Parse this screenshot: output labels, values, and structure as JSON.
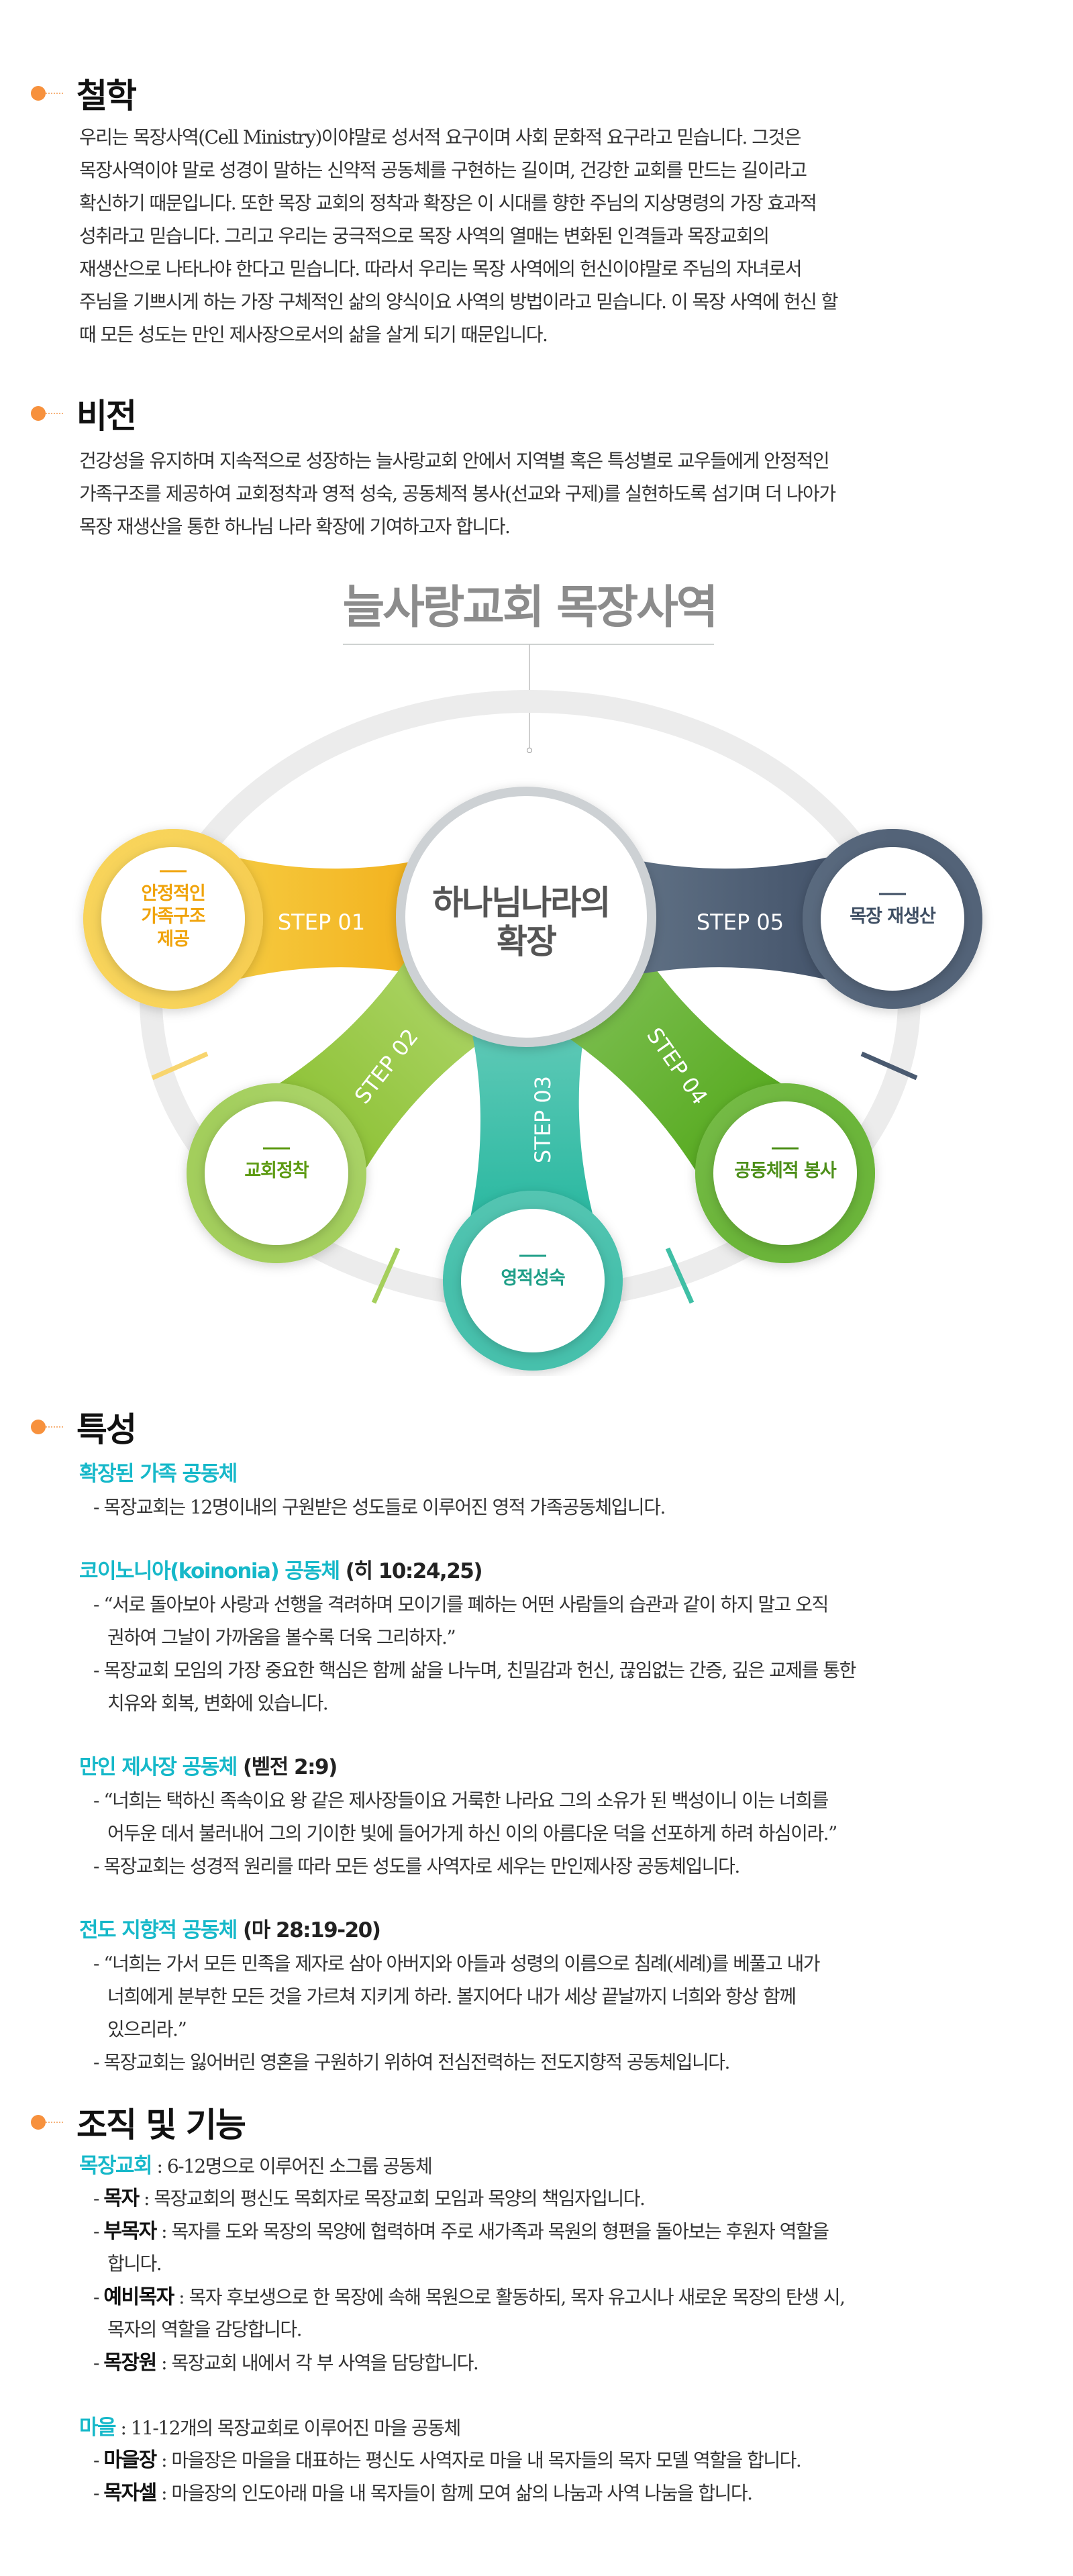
{
  "philosophy": {
    "title": "철학",
    "lines": [
      "우리는 목장사역(Cell Ministry)이야말로 성서적 요구이며 사회 문화적 요구라고 믿습니다. 그것은",
      "목장사역이야 말로 성경이 말하는 신약적 공동체를 구현하는 길이며, 건강한 교회를 만드는 길이라고",
      "확신하기 때문입니다. 또한 목장 교회의 정착과 확장은 이 시대를 향한 주님의 지상명령의 가장 효과적",
      "성취라고 믿습니다. 그리고 우리는 궁극적으로 목장 사역의 열매는 변화된 인격들과 목장교회의",
      "재생산으로 나타나야 한다고 믿습니다. 따라서 우리는 목장 사역에의 헌신이야말로 주님의 자녀로서",
      "주님을 기쁘시게 하는 가장 구체적인 삶의 양식이요 사역의 방법이라고 믿습니다. 이 목장 사역에 헌신 할",
      "때 모든 성도는 만인 제사장으로서의 삶을 살게 되기 때문입니다."
    ]
  },
  "vision": {
    "title": "비전",
    "lines": [
      "건강성을 유지하며 지속적으로 성장하는 늘사랑교회 안에서 지역별 혹은 특성별로 교우들에게 안정적인",
      "가족구조를 제공하여 교회정착과 영적 성숙, 공동체적 봉사(선교와 구제)를 실현하도록 섬기며 더 나아가",
      "목장 재생산을 통한 하나님 나라 확장에 기여하고자 합니다."
    ]
  },
  "diagram": {
    "title": "늘사랑교회 목장사역",
    "center": [
      "하나님나라의",
      "확장"
    ],
    "steps": [
      {
        "label": "STEP 01",
        "text": [
          "안정적인",
          "가족구조",
          "제공"
        ],
        "color": "#f0a30a"
      },
      {
        "label": "STEP 02",
        "text": [
          "교회정착"
        ],
        "color": "#5c9a12"
      },
      {
        "label": "STEP 03",
        "text": [
          "영적성숙"
        ],
        "color": "#1f9f88"
      },
      {
        "label": "STEP 04",
        "text": [
          "공동체적 봉사"
        ],
        "color": "#4d8f1a"
      },
      {
        "label": "STEP 05",
        "text": [
          "목장 재생산"
        ],
        "color": "#3e4e63"
      }
    ]
  },
  "features": {
    "title": "특성",
    "items": [
      {
        "heading": "확장된 가족 공동체",
        "ref": "",
        "lines": [
          {
            "dash": true,
            "text": "- 목장교회는 12명이내의 구원받은 성도들로 이루어진 영적 가족공동체입니다."
          }
        ]
      },
      {
        "heading": "코이노니아(koinonia) 공동체",
        "ref": " (히 10:24,25)",
        "lines": [
          {
            "dash": true,
            "text": "- “서로 돌아보아 사랑과 선행을 격려하며 모이기를 폐하는 어떤 사람들의 습관과 같이 하지 말고 오직"
          },
          {
            "dash": false,
            "text": "권하여 그날이 가까움을 볼수록 더욱 그리하자.”"
          },
          {
            "dash": true,
            "text": "- 목장교회 모임의 가장 중요한 핵심은 함께 삶을 나누며, 친밀감과 헌신, 끊임없는 간증, 깊은 교제를 통한"
          },
          {
            "dash": false,
            "text": "치유와 회복, 변화에 있습니다."
          }
        ]
      },
      {
        "heading": "만인 제사장 공동체",
        "ref": " (벧전 2:9)",
        "lines": [
          {
            "dash": true,
            "text": "- “너희는 택하신 족속이요 왕 같은 제사장들이요 거룩한 나라요 그의 소유가 된 백성이니 이는 너희를"
          },
          {
            "dash": false,
            "text": "어두운 데서 불러내어 그의 기이한 빛에 들어가게 하신 이의 아름다운 덕을 선포하게 하려 하심이라.”"
          },
          {
            "dash": true,
            "text": "- 목장교회는 성경적 원리를 따라 모든 성도를 사역자로 세우는 만인제사장 공동체입니다."
          }
        ]
      },
      {
        "heading": "전도 지향적 공동체",
        "ref": " (마 28:19-20)",
        "lines": [
          {
            "dash": true,
            "text": "- “너희는 가서 모든 민족을 제자로 삼아 아버지와 아들과 성령의 이름으로 침례(세례)를 베풀고 내가"
          },
          {
            "dash": false,
            "text": "너희에게 분부한 모든 것을 가르쳐 지키게 하라. 볼지어다 내가 세상 끝날까지 너희와 항상 함께"
          },
          {
            "dash": false,
            "text": "있으리라.”"
          },
          {
            "dash": true,
            "text": "- 목장교회는 잃어버린 영혼을 구원하기 위하여 전심전력하는 전도지향적 공동체입니다."
          }
        ]
      }
    ]
  },
  "organization": {
    "title": "조직 및 기능",
    "groups": [
      {
        "label": "목장교회",
        "desc": " : 6-12명으로 이루어진 소그룹 공동체",
        "items": [
          {
            "term": "목자",
            "text": " : 목장교회의 평신도 목회자로 목장교회 모임과 목양의 책임자입니다.",
            "cont": ""
          },
          {
            "term": "부목자",
            "text": " : 목자를 도와 목장의 목양에 협력하며 주로 새가족과 목원의 형편을 돌아보는 후원자 역할을",
            "cont": "합니다."
          },
          {
            "term": "예비목자",
            "text": " : 목자 후보생으로 한 목장에 속해 목원으로 활동하되, 목자 유고시나 새로운 목장의 탄생 시,",
            "cont": "목자의 역할을 감당합니다."
          },
          {
            "term": "목장원",
            "text": " : 목장교회 내에서 각 부 사역을 담당합니다.",
            "cont": ""
          }
        ]
      },
      {
        "label": "마을",
        "desc": " : 11-12개의 목장교회로 이루어진 마을 공동체",
        "items": [
          {
            "term": "마을장",
            "text": " : 마을장은 마을을 대표하는 평신도 사역자로 마을 내 목자들의 목자 모델 역할을 합니다.",
            "cont": ""
          },
          {
            "term": "목자셀",
            "text": " : 마을장의 인도아래 마을 내 목자들이 함께 모여 삶의 나눔과 사역 나눔을 합니다.",
            "cont": ""
          }
        ]
      }
    ]
  }
}
